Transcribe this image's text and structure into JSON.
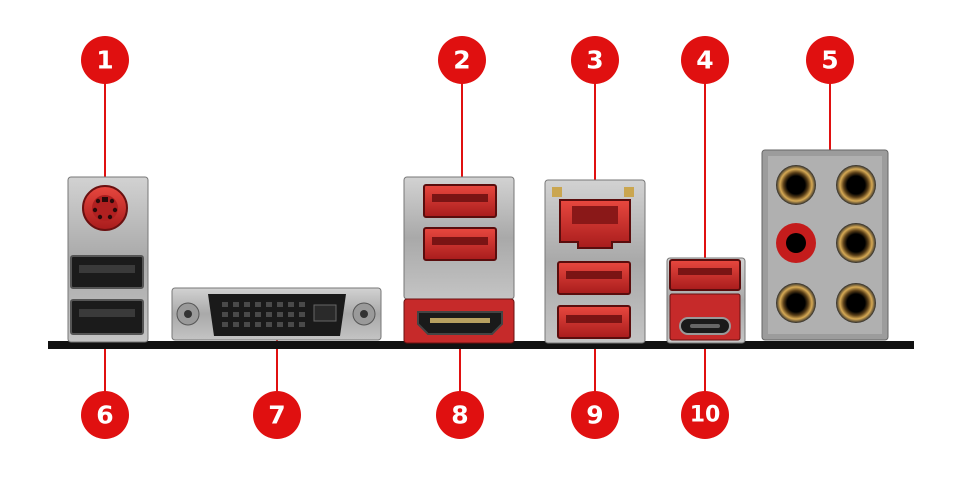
{
  "callouts": [
    {
      "number": "1",
      "port": "ps2-port"
    },
    {
      "number": "2",
      "port": "usb-a-stack-top"
    },
    {
      "number": "3",
      "port": "lan-port"
    },
    {
      "number": "4",
      "port": "usb-a-single"
    },
    {
      "number": "5",
      "port": "audio-jacks"
    },
    {
      "number": "6",
      "port": "usb-a-stack-left"
    },
    {
      "number": "7",
      "port": "dvi-port"
    },
    {
      "number": "8",
      "port": "hdmi-port"
    },
    {
      "number": "9",
      "port": "usb-a-stack-under-lan"
    },
    {
      "number": "10",
      "port": "usb-c-port"
    }
  ],
  "colors": {
    "badge": "#e01010",
    "leader": "#e01010",
    "baseline": "#111111",
    "port_red": "#d42a2a",
    "metal": "#b8b8b8",
    "metal_dark": "#8a8a8a",
    "plastic_black": "#1a1a1a",
    "gold": "#c8a050"
  }
}
